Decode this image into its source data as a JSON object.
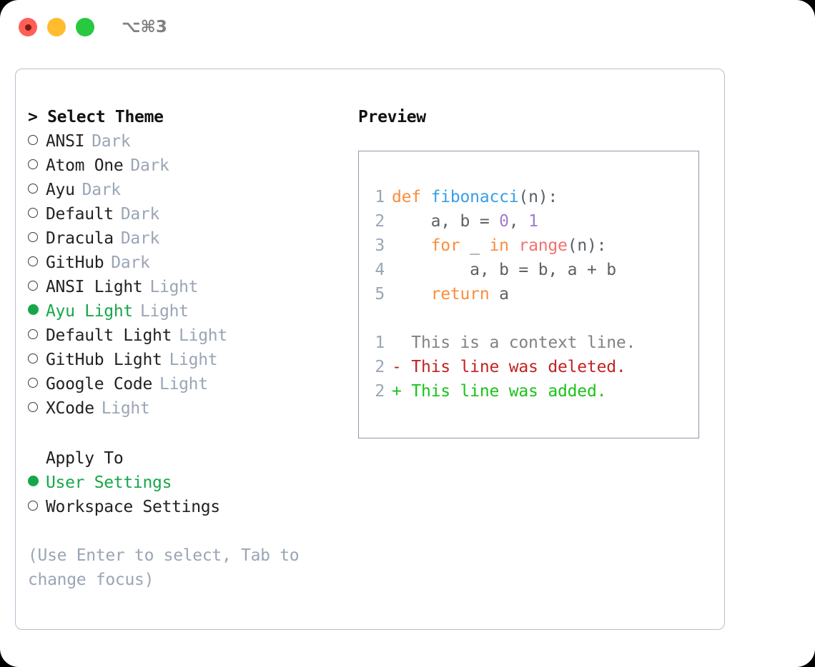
{
  "titlebar": {
    "shortcut": "⌥⌘3",
    "buttons": {
      "close": "close",
      "minimize": "minimize",
      "maximize": "maximize"
    }
  },
  "theme_list": {
    "header": "> Select Theme",
    "caret": ">",
    "header_label": "Select Theme",
    "items": [
      {
        "name": "ANSI",
        "kind": "Dark",
        "selected": false,
        "bullet": "○"
      },
      {
        "name": "Atom One",
        "kind": "Dark",
        "selected": false,
        "bullet": "○"
      },
      {
        "name": "Ayu",
        "kind": "Dark",
        "selected": false,
        "bullet": "○"
      },
      {
        "name": "Default",
        "kind": "Dark",
        "selected": false,
        "bullet": "○"
      },
      {
        "name": "Dracula",
        "kind": "Dark",
        "selected": false,
        "bullet": "○"
      },
      {
        "name": "GitHub",
        "kind": "Dark",
        "selected": false,
        "bullet": "○"
      },
      {
        "name": "ANSI Light",
        "kind": "Light",
        "selected": false,
        "bullet": "○"
      },
      {
        "name": "Ayu Light",
        "kind": "Light",
        "selected": true,
        "bullet": "●"
      },
      {
        "name": "Default Light",
        "kind": "Light",
        "selected": false,
        "bullet": "○"
      },
      {
        "name": "GitHub Light",
        "kind": "Light",
        "selected": false,
        "bullet": "○"
      },
      {
        "name": "Google Code",
        "kind": "Light",
        "selected": false,
        "bullet": "○"
      },
      {
        "name": "XCode",
        "kind": "Light",
        "selected": false,
        "bullet": "○"
      }
    ]
  },
  "apply_to": {
    "header": "Apply To",
    "items": [
      {
        "name": "User Settings",
        "selected": true,
        "bullet": "●"
      },
      {
        "name": "Workspace Settings",
        "selected": false,
        "bullet": "○"
      }
    ]
  },
  "hint": "(Use Enter to select, Tab to change focus)",
  "preview": {
    "title": "Preview",
    "code": [
      {
        "ln": "1",
        "tokens": [
          {
            "t": "def ",
            "c": "tok-kw"
          },
          {
            "t": "fibonacci",
            "c": "tok-fn"
          },
          {
            "t": "(n):",
            "c": "tok-txt"
          }
        ]
      },
      {
        "ln": "2",
        "tokens": [
          {
            "t": "    a, b = ",
            "c": "tok-txt"
          },
          {
            "t": "0",
            "c": "tok-num"
          },
          {
            "t": ", ",
            "c": "tok-txt"
          },
          {
            "t": "1",
            "c": "tok-num"
          }
        ]
      },
      {
        "ln": "3",
        "tokens": [
          {
            "t": "    ",
            "c": "tok-txt"
          },
          {
            "t": "for",
            "c": "tok-kw"
          },
          {
            "t": " _ ",
            "c": "tok-txt"
          },
          {
            "t": "in",
            "c": "tok-kw"
          },
          {
            "t": " ",
            "c": "tok-txt"
          },
          {
            "t": "range",
            "c": "tok-call"
          },
          {
            "t": "(n):",
            "c": "tok-txt"
          }
        ]
      },
      {
        "ln": "4",
        "tokens": [
          {
            "t": "        a, b = b, a + b",
            "c": "tok-txt"
          }
        ]
      },
      {
        "ln": "5",
        "tokens": [
          {
            "t": "    ",
            "c": "tok-txt"
          },
          {
            "t": "return",
            "c": "tok-kw"
          },
          {
            "t": " a",
            "c": "tok-txt"
          }
        ]
      }
    ],
    "diff": [
      {
        "ln": "1",
        "marker": " ",
        "text": "  This is a context line.",
        "c": "tok-ctx"
      },
      {
        "ln": "2",
        "marker": "-",
        "text": "- This line was deleted.",
        "c": "tok-del"
      },
      {
        "ln": "2",
        "marker": "+",
        "text": "+ This line was added.",
        "c": "tok-add"
      }
    ]
  },
  "colors": {
    "accent_green": "#17a74a",
    "muted_gray": "#9aa5b6",
    "panel_border": "#b6bfcd",
    "preview_border": "#8d98a9",
    "kw_orange": "#fa8d3e",
    "fn_blue": "#399ee6",
    "num_purple": "#a37acc",
    "call_red": "#f07171",
    "diff_del": "#c32222",
    "diff_add": "#19c319",
    "light_red": "#ff5f57",
    "light_yellow": "#febc2e",
    "light_green": "#28c840"
  }
}
